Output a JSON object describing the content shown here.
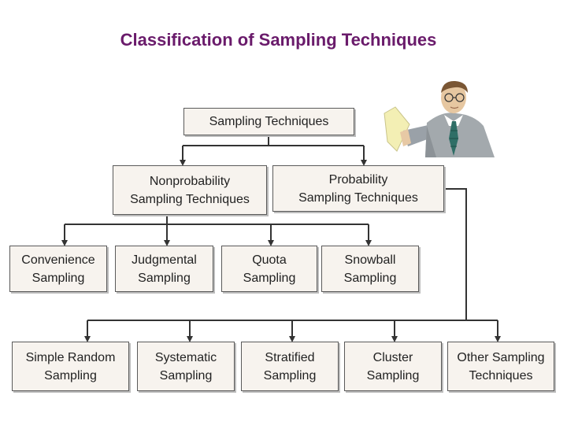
{
  "title": "Classification of Sampling Techniques",
  "root": {
    "label": "Sampling Techniques"
  },
  "level1": [
    {
      "line1": "Nonprobability",
      "line2": "Sampling Techniques"
    },
    {
      "line1": "Probability",
      "line2": "Sampling Techniques"
    }
  ],
  "nonprobability": [
    {
      "line1": "Convenience",
      "line2": "Sampling"
    },
    {
      "line1": "Judgmental",
      "line2": "Sampling"
    },
    {
      "line1": "Quota",
      "line2": "Sampling"
    },
    {
      "line1": "Snowball",
      "line2": "Sampling"
    }
  ],
  "probability": [
    {
      "line1": "Simple Random",
      "line2": "Sampling"
    },
    {
      "line1": "Systematic",
      "line2": "Sampling"
    },
    {
      "line1": "Stratified",
      "line2": "Sampling"
    },
    {
      "line1": "Cluster",
      "line2": "Sampling"
    },
    {
      "line1": "Other Sampling",
      "line2": "Techniques"
    }
  ],
  "clipart": {
    "icon": "presenter-icon"
  }
}
